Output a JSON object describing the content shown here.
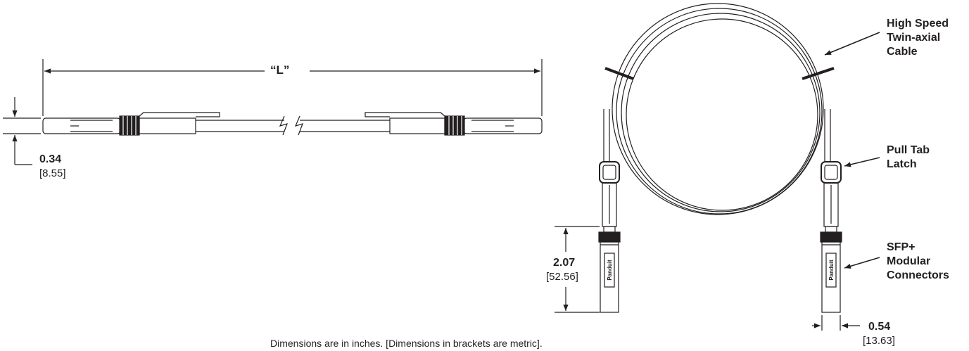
{
  "side_view": {
    "length_label": "“L”",
    "height_in": "0.34",
    "height_mm": "[8.55]"
  },
  "coil_view": {
    "connector_length_in": "2.07",
    "connector_length_mm": "[52.56]",
    "connector_width_in": "0.54",
    "connector_width_mm": "[13.63]",
    "logo_text": "Panduit"
  },
  "callouts": {
    "cable": [
      "High Speed",
      "Twin-axial",
      "Cable"
    ],
    "latch": [
      "Pull Tab",
      "Latch"
    ],
    "connectors": [
      "SFP+",
      "Modular",
      "Connectors"
    ]
  },
  "footnote": "Dimensions are in inches. [Dimensions in brackets are metric]."
}
